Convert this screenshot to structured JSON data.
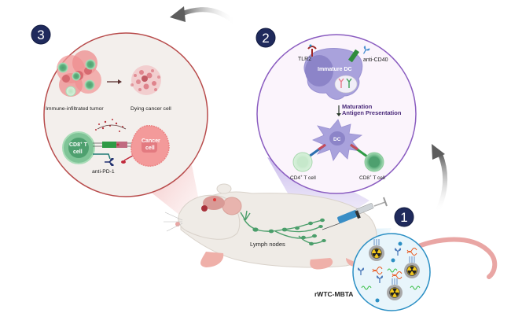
{
  "diagram": {
    "steps": [
      {
        "number": "1",
        "title": "rWTC-MBTA injection"
      },
      {
        "number": "2",
        "title": "DC maturation and antigen presentation"
      },
      {
        "number": "3",
        "title": "Tumor killing"
      }
    ],
    "step1": {
      "label": "rWTC-MBTA",
      "components": [
        "irradiated tumor cell",
        "anti-CD40 antibody",
        "CpG / TLR agonist",
        "mannan-BAM"
      ]
    },
    "step2": {
      "tlr2": "TLR2",
      "anti_cd40": "anti-CD40",
      "immature_dc": "Immature DC",
      "maturation": "Maturation",
      "antigen_presentation": "Antigen Presentation",
      "dc": "DC",
      "cd4": "CD4",
      "cd4_sup": "+",
      "cd4_suffix": " T cell",
      "cd8": "CD8",
      "cd8_sup": "+",
      "cd8_suffix": " T cell"
    },
    "step3": {
      "immune_tumor": "Immune-infiltrated tumor",
      "dying_cell": "Dying cancer cell",
      "cd8_line1": "CD8",
      "cd8_sup": "+",
      "cd8_line1_suffix": " T",
      "cd8_line2": "cell",
      "cancer_line1": "Cancer",
      "cancer_line2": "cell",
      "anti_pd1": "anti-PD-1"
    },
    "mouse": {
      "lymph_nodes": "Lymph nodes"
    },
    "colors": {
      "badge": "#1f2a5c",
      "step1_border": "#2b8fc4",
      "step1_fill": "#e8f5fb",
      "step2_border": "#8a5cc0",
      "step2_fill": "#fbf4fc",
      "step3_border": "#b84b4b",
      "step3_fill": "#f3efec",
      "arrow": "#6b6b6b"
    }
  }
}
